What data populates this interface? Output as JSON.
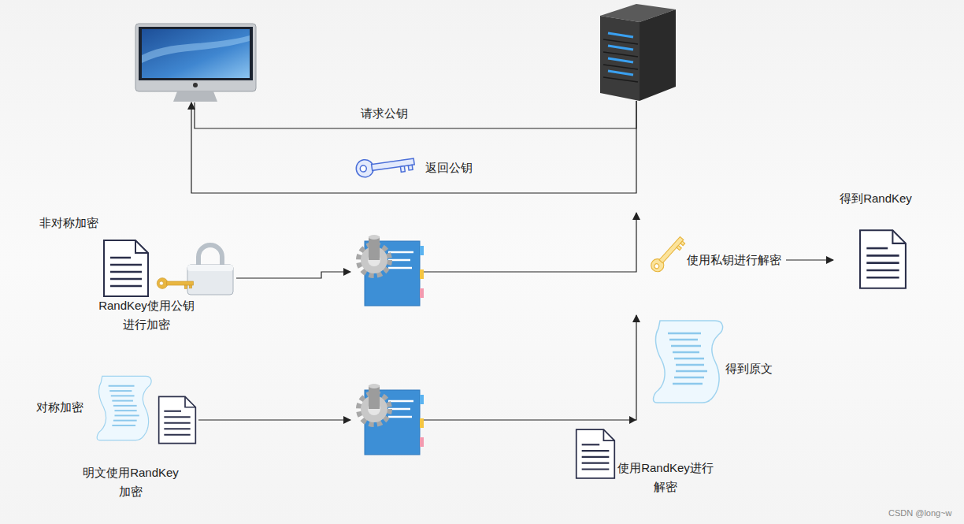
{
  "diagram": {
    "nodes": [
      {
        "text": []
      },
      {
        "text": []
      },
      {
        "text": [
          "RandKey使用公钥进行加密"
        ]
      },
      {
        "text": []
      },
      {
        "text": [
          "使用私钥进行解密"
        ]
      },
      {
        "text": [
          "得到RandKey"
        ]
      },
      {
        "text": [
          "明文使用RandKey加密"
        ]
      },
      {
        "text": []
      },
      {
        "text": [
          "使用RandKey进行解密"
        ]
      },
      {
        "text": [
          "得到原文"
        ]
      }
    ],
    "edges": [
      {
        "from": 0,
        "to": 1,
        "label": "请求公钥",
        "arrow": "none"
      },
      {
        "from": 1,
        "to": 0,
        "label": "返回公钥",
        "arrow": "to"
      },
      {
        "from": 2,
        "to": 3,
        "arrow": "to"
      },
      {
        "from": 3,
        "to": 1,
        "arrow": "to"
      },
      {
        "from": 4,
        "to": 5,
        "arrow": "to"
      },
      {
        "from": 6,
        "to": 7,
        "arrow": "to"
      },
      {
        "from": 7,
        "to": 1,
        "arrow": "to"
      }
    ],
    "labels": [
      "非对称加密",
      "对称加密",
      "CSDN @long~w"
    ]
  }
}
